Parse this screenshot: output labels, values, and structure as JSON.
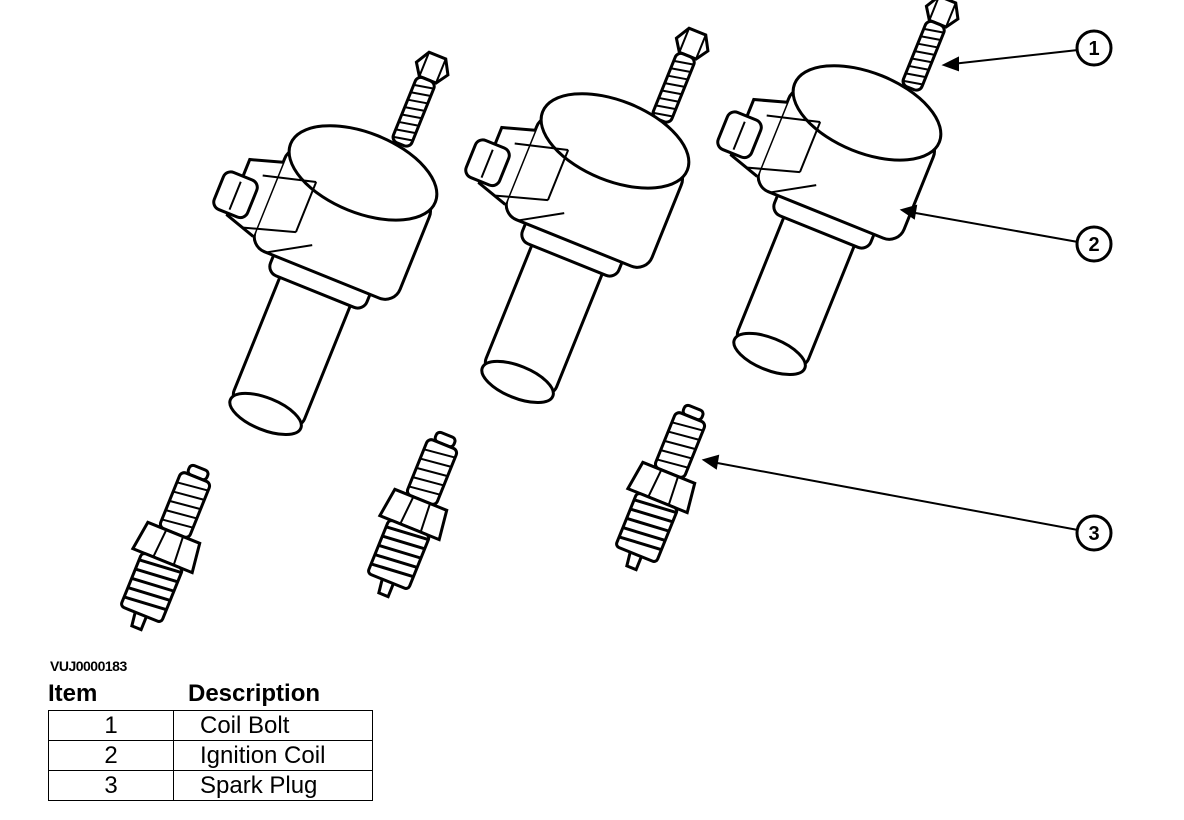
{
  "figure": {
    "code": "VUJ0000183",
    "callouts": [
      "1",
      "2",
      "3"
    ],
    "parts": [
      "coil-bolt",
      "ignition-coil",
      "spark-plug"
    ]
  },
  "legend": {
    "header_item": "Item",
    "header_description": "Description",
    "rows": [
      {
        "item": "1",
        "description": "Coil Bolt"
      },
      {
        "item": "2",
        "description": "Ignition Coil"
      },
      {
        "item": "3",
        "description": "Spark Plug"
      }
    ]
  }
}
